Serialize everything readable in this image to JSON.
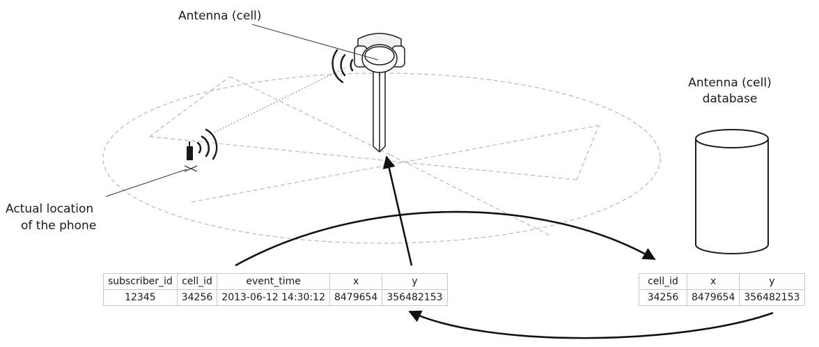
{
  "labels": {
    "antenna": "Antenna (cell)",
    "phone_line1": "Actual location",
    "phone_line2": "of the phone",
    "db_line1": "Antenna (cell)",
    "db_line2": "database"
  },
  "event_table": {
    "headers": [
      "subscriber_id",
      "cell_id",
      "event_time",
      "x",
      "y"
    ],
    "row": [
      "12345",
      "34256",
      "2013-06-12 14:30:12",
      "8479654",
      "356482153"
    ]
  },
  "cell_table": {
    "headers": [
      "cell_id",
      "x",
      "y"
    ],
    "row": [
      "34256",
      "8479654",
      "356482153"
    ]
  },
  "colors": {
    "ink": "#1a1a1a",
    "dashed": "#b8b8b8",
    "grid": "#c8c8c8"
  },
  "icons": [
    "antenna-tower-icon",
    "signal-waves-icon",
    "mobile-phone-icon",
    "location-cross-icon",
    "database-cylinder-icon"
  ]
}
